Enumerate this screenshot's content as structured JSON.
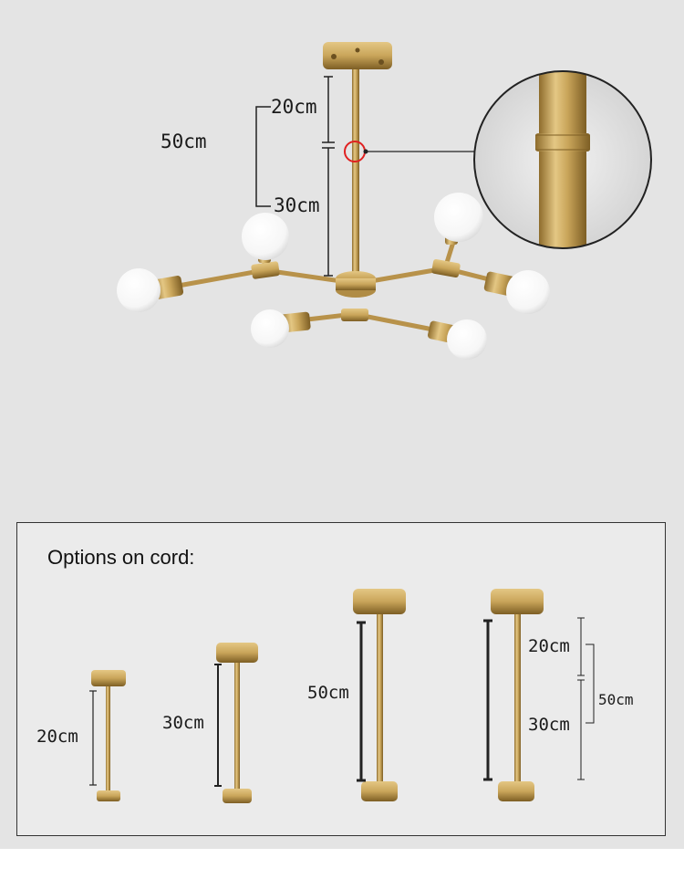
{
  "main": {
    "total_label": "50cm",
    "upper_label": "20cm",
    "lower_label": "30cm"
  },
  "options": {
    "title": "Options on cord:",
    "variants": [
      {
        "label": "20cm"
      },
      {
        "label": "30cm"
      },
      {
        "label": "50cm"
      },
      {
        "top_label": "20cm",
        "bottom_label": "30cm",
        "total_label": "50cm"
      }
    ]
  },
  "colors": {
    "background": "#e4e4e4",
    "brass": "#c9a55a",
    "brass_dark": "#9c7a35",
    "glass": "#ffffff",
    "marker": "#e02020"
  }
}
